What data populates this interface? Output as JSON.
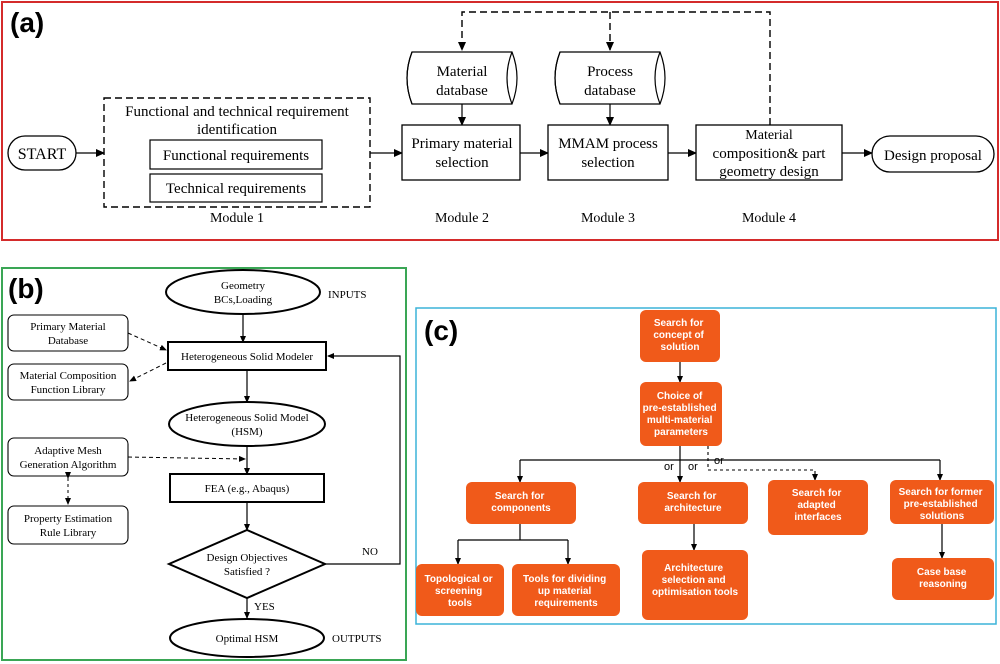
{
  "panel_a": {
    "label": "(a)",
    "border_color": "#d42b2b",
    "start": "START",
    "module1_title_line1": "Functional and technical requirement",
    "module1_title_line2": "identification",
    "functional_req": "Functional requirements",
    "technical_req": "Technical requirements",
    "material_db_line1": "Material",
    "material_db_line2": "database",
    "process_db_line1": "Process",
    "process_db_line2": "database",
    "primary_sel_line1": "Primary material",
    "primary_sel_line2": "selection",
    "mmam_line1": "MMAM process",
    "mmam_line2": "selection",
    "composition_line1": "Material",
    "composition_line2": "composition& part",
    "composition_line3": "geometry design",
    "design_proposal": "Design proposal",
    "module1": "Module 1",
    "module2": "Module 2",
    "module3": "Module 3",
    "module4": "Module 4"
  },
  "panel_b": {
    "label": "(b)",
    "border_color": "#3aa655",
    "geometry_line1": "Geometry",
    "geometry_line2": "BCs,Loading",
    "inputs": "INPUTS",
    "primary_db_line1": "Primary Material",
    "primary_db_line2": "Database",
    "hetero_modeler": "Heterogeneous Solid Modeler",
    "mat_comp_line1": "Material Composition",
    "mat_comp_line2": "Function Library",
    "hsm_line1": "Heterogeneous Solid Model",
    "hsm_line2": "(HSM)",
    "mesh_line1": "Adaptive Mesh",
    "mesh_line2": "Generation Algorithm",
    "fea": "FEA (e.g., Abaqus)",
    "prop_line1": "Property Estimation",
    "prop_line2": "Rule Library",
    "design_obj_line1": "Design Objectives",
    "design_obj_line2": "Satisfied ?",
    "no": "NO",
    "yes": "YES",
    "optimal": "Optimal HSM",
    "outputs": "OUTPUTS"
  },
  "panel_c": {
    "label": "(c)",
    "border_color": "#3bb3d9",
    "box_color": "#f05a1a",
    "concept_lines": [
      "Search for",
      "concept of",
      "solution"
    ],
    "choice_lines": [
      "Choice of",
      "pre-established",
      "multi-material",
      "parameters"
    ],
    "or": "or",
    "components_lines": [
      "Search for",
      "components"
    ],
    "architecture_lines": [
      "Search for",
      "architecture"
    ],
    "interfaces_lines": [
      "Search for",
      "adapted",
      "interfaces"
    ],
    "former_lines": [
      "Search for former",
      "pre-established",
      "solutions"
    ],
    "topological_lines": [
      "Topological or",
      "screening",
      "tools"
    ],
    "tools_lines": [
      "Tools for dividing",
      "up material",
      "requirements"
    ],
    "arch_sel_lines": [
      "Architecture",
      "selection and",
      "optimisation tools"
    ],
    "case_lines": [
      "Case base",
      "reasoning"
    ]
  }
}
